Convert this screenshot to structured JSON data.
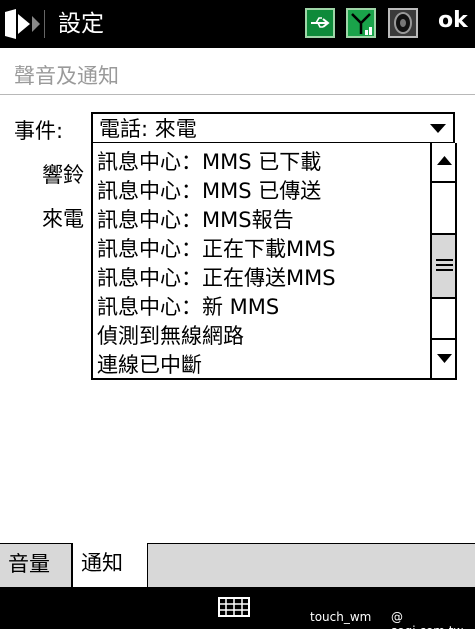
{
  "titlebar": {
    "title": "設定",
    "ok_label": "ok"
  },
  "page": {
    "header": "聲音及通知"
  },
  "form": {
    "event_label": "事件:",
    "ringtone_label": "響鈴",
    "incoming_label": "來電",
    "event_value": "電話: 來電"
  },
  "dropdown": {
    "items": [
      "訊息中心：MMS 已下載",
      "訊息中心：MMS 已傳送",
      "訊息中心：MMS報告",
      "訊息中心：正在下載MMS",
      "訊息中心：正在傳送MMS",
      "訊息中心：新 MMS",
      "偵測到無線網路",
      "連線已中斷"
    ]
  },
  "tabs": [
    {
      "label": "音量",
      "active": false
    },
    {
      "label": "通知",
      "active": true
    }
  ],
  "softbar": {
    "left_watermark": "touch_wm",
    "right_watermark": "@ sogi.com.tw"
  },
  "colors": {
    "usb_icon": "#0e8a3a",
    "signal_icon": "#1aa34a"
  }
}
